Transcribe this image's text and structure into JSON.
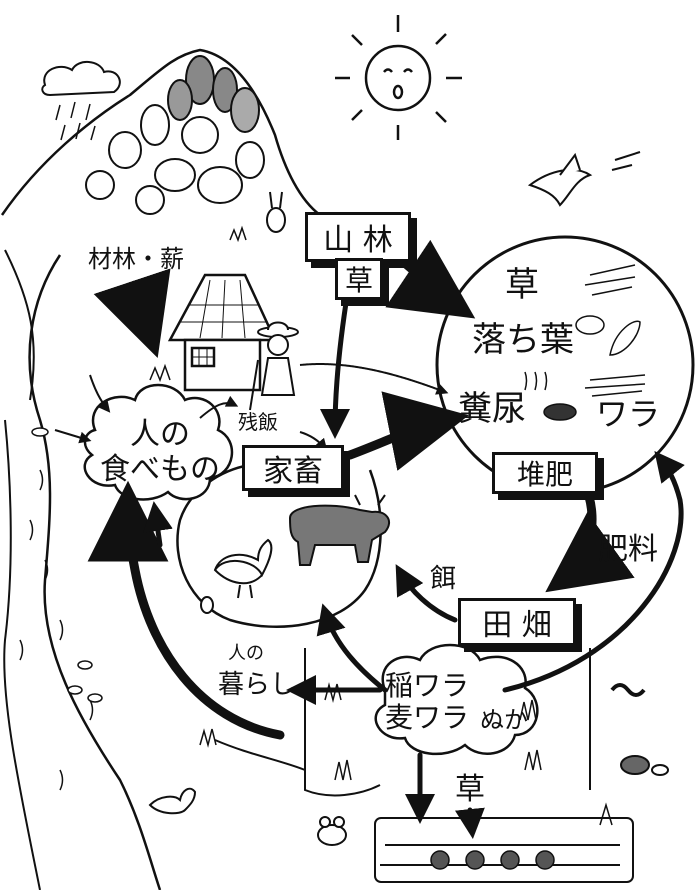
{
  "labels": {
    "sanrin": "山 林",
    "kusa_top": "草",
    "zairin": "材林・薪",
    "kusa_right": "草",
    "ochiba": "落ち葉",
    "funnyo": "糞尿",
    "wara_right": "ワラ",
    "taihi": "堆肥",
    "hiryo": "肥料",
    "esa": "餌",
    "denbata": "田 畑",
    "kachiku": "家畜",
    "zanpan": "残飯",
    "hito_no": "人の",
    "tabemono": "食べもの",
    "hito_no_small": "人の",
    "kurashi": "暮らし",
    "inewara": "稲ワラ",
    "mugiwara": "麦ワラ",
    "nuka": "ぬか",
    "kusa_bottom": "草"
  }
}
